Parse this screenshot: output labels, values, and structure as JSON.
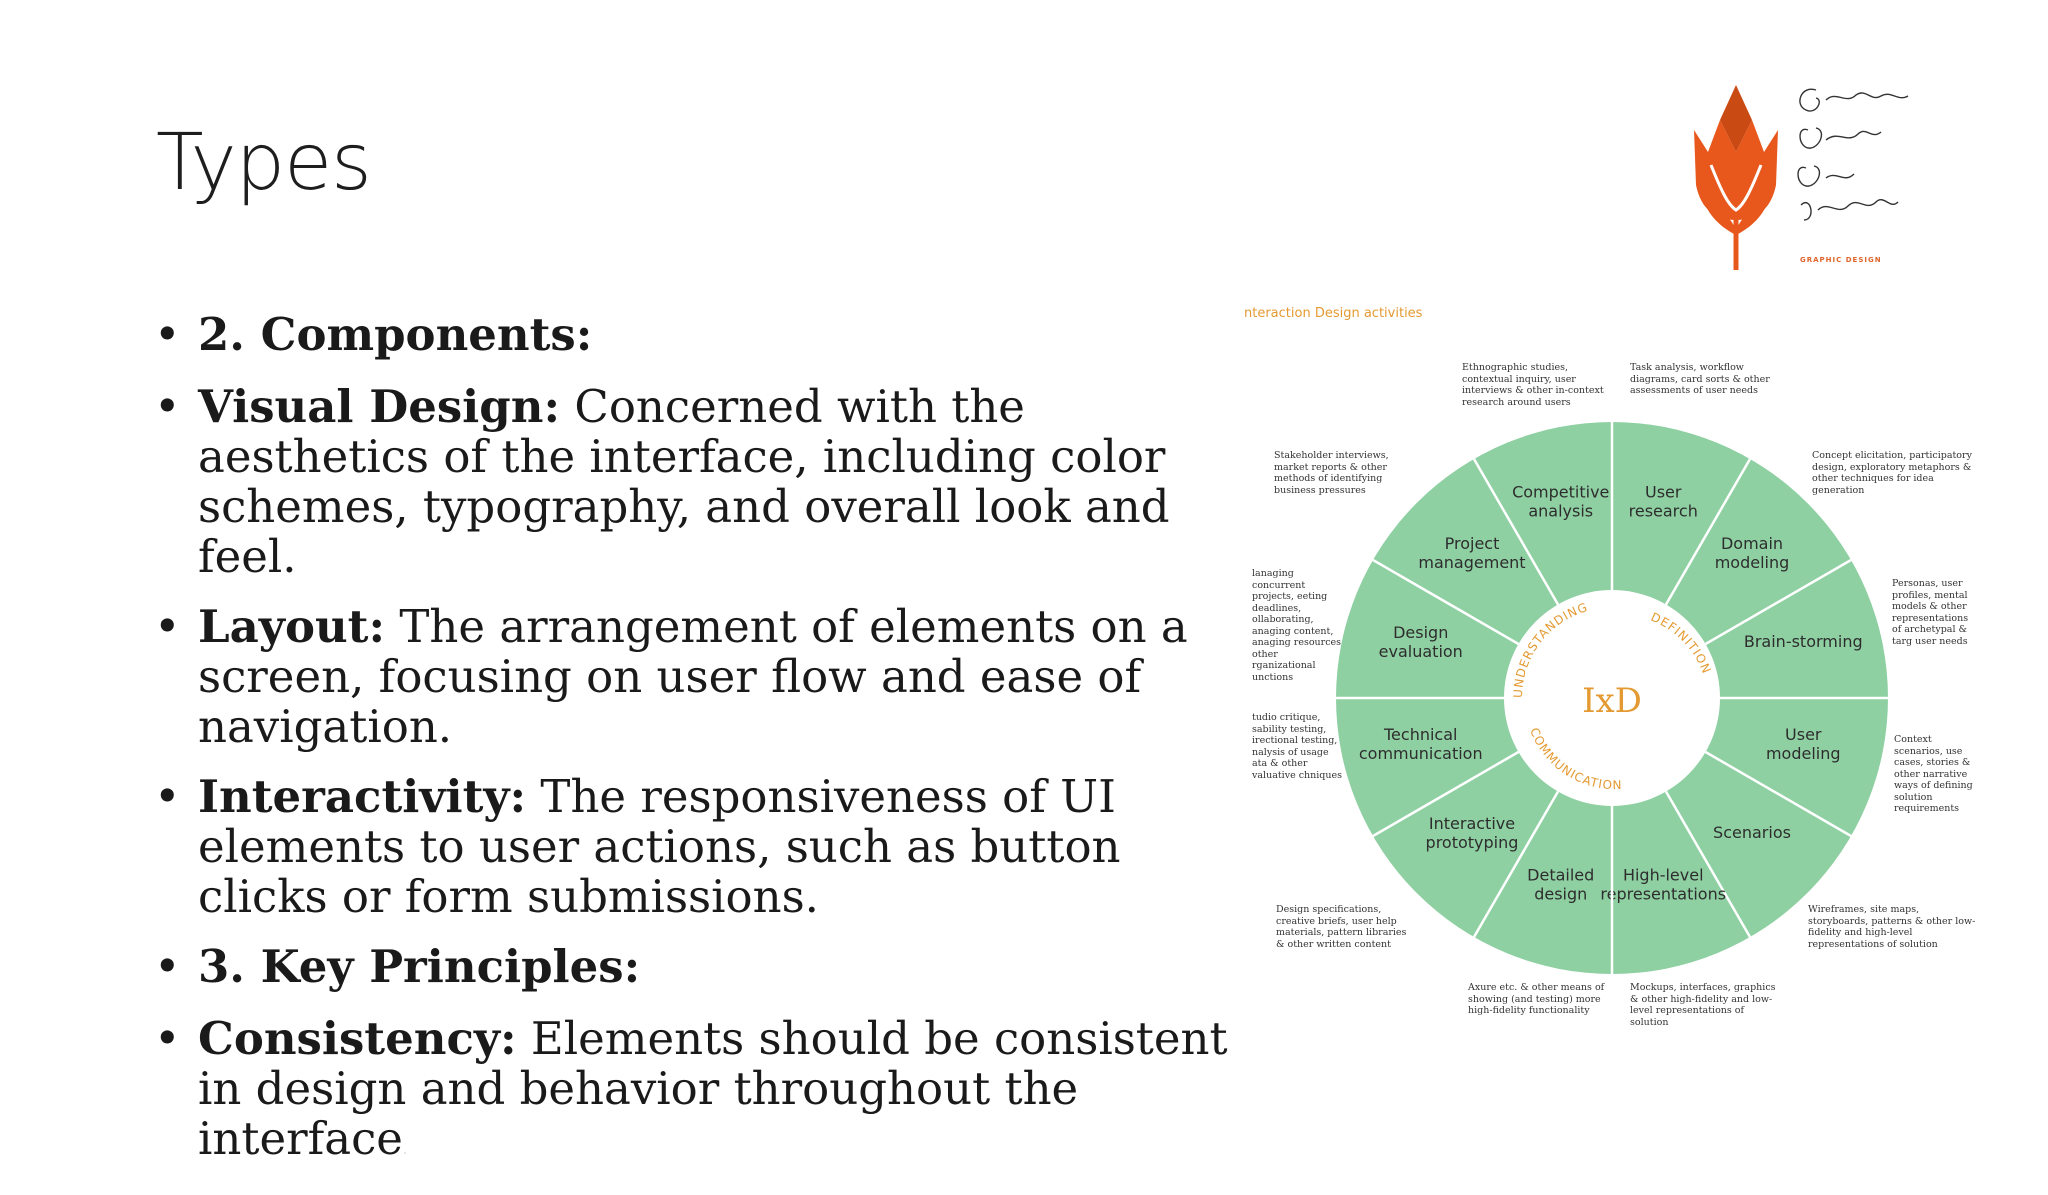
{
  "slide": {
    "title": "Types"
  },
  "bullets": [
    {
      "bold": "2. Components:",
      "text": ""
    },
    {
      "bold": "Visual Design:",
      "text": " Concerned with the aesthetics of the interface, including color schemes, typography, and overall look and feel."
    },
    {
      "bold": "Layout:",
      "text": " The arrangement of elements on a screen, focusing on user flow and ease of navigation."
    },
    {
      "bold": "Interactivity:",
      "text": " The responsiveness of UI elements to user actions, such as button clicks or form submissions."
    },
    {
      "bold": "3. Key Principles:",
      "text": ""
    },
    {
      "bold": "Consistency:",
      "text": " Elements should be consistent in design and behavior throughout the interface"
    }
  ],
  "tail_dot": ".",
  "logo": {
    "script_text": "Graphic Design By Kamal",
    "caption": "GRAPHIC DESIGN",
    "accent_color": "#e8581c"
  },
  "diagram": {
    "title": "nteraction Design activities",
    "center": "IxD",
    "ring_words": [
      "UNDERSTANDING",
      "DEFINITION",
      "COMMUNICATION"
    ],
    "fill_color": "#8fd0a3",
    "accent_color": "#e49a32",
    "segments": [
      "User research",
      "Domain modeling",
      "Brain-storming",
      "User modeling",
      "Scenarios",
      "High-level representations",
      "Detailed design",
      "Interactive prototyping",
      "Technical communication",
      "Design evaluation",
      "Project management",
      "Competitive analysis"
    ],
    "annotations": {
      "top_left": "Ethnographic studies, contextual inquiry, user interviews & other in-context research around users",
      "top_right": "Task analysis, workflow diagrams, card sorts & other assessments of user needs",
      "upper_left": "Stakeholder interviews, market reports & other methods of identifying business pressures",
      "upper_right": "Concept elicitation, participatory design, exploratory metaphors & other techniques for idea generation",
      "mid_left_top": "lanaging concurrent projects, eeting deadlines, ollaborating, anaging content, anaging resources other rganizational unctions",
      "mid_right_top": "Personas, user profiles, mental models & other representations of archetypal & targ user needs",
      "mid_left_bottom": "tudio critique, sability testing, irectional testing, nalysis of usage ata & other valuative chniques",
      "mid_right_bottom": "Context scenarios, use cases, stories & other narrative ways of defining solution requirements",
      "lower_left": "Design specifications, creative briefs, user help materials, pattern libraries & other written content",
      "lower_right": "Wireframes, site maps, storyboards, patterns & other low-fidelity and high-level representations of solution",
      "bottom_left": "Axure etc. & other means of showing (and testing) more high-fidelity functionality",
      "bottom_right": "Mockups, interfaces, graphics & other high-fidelity and low-level representations of solution"
    }
  }
}
